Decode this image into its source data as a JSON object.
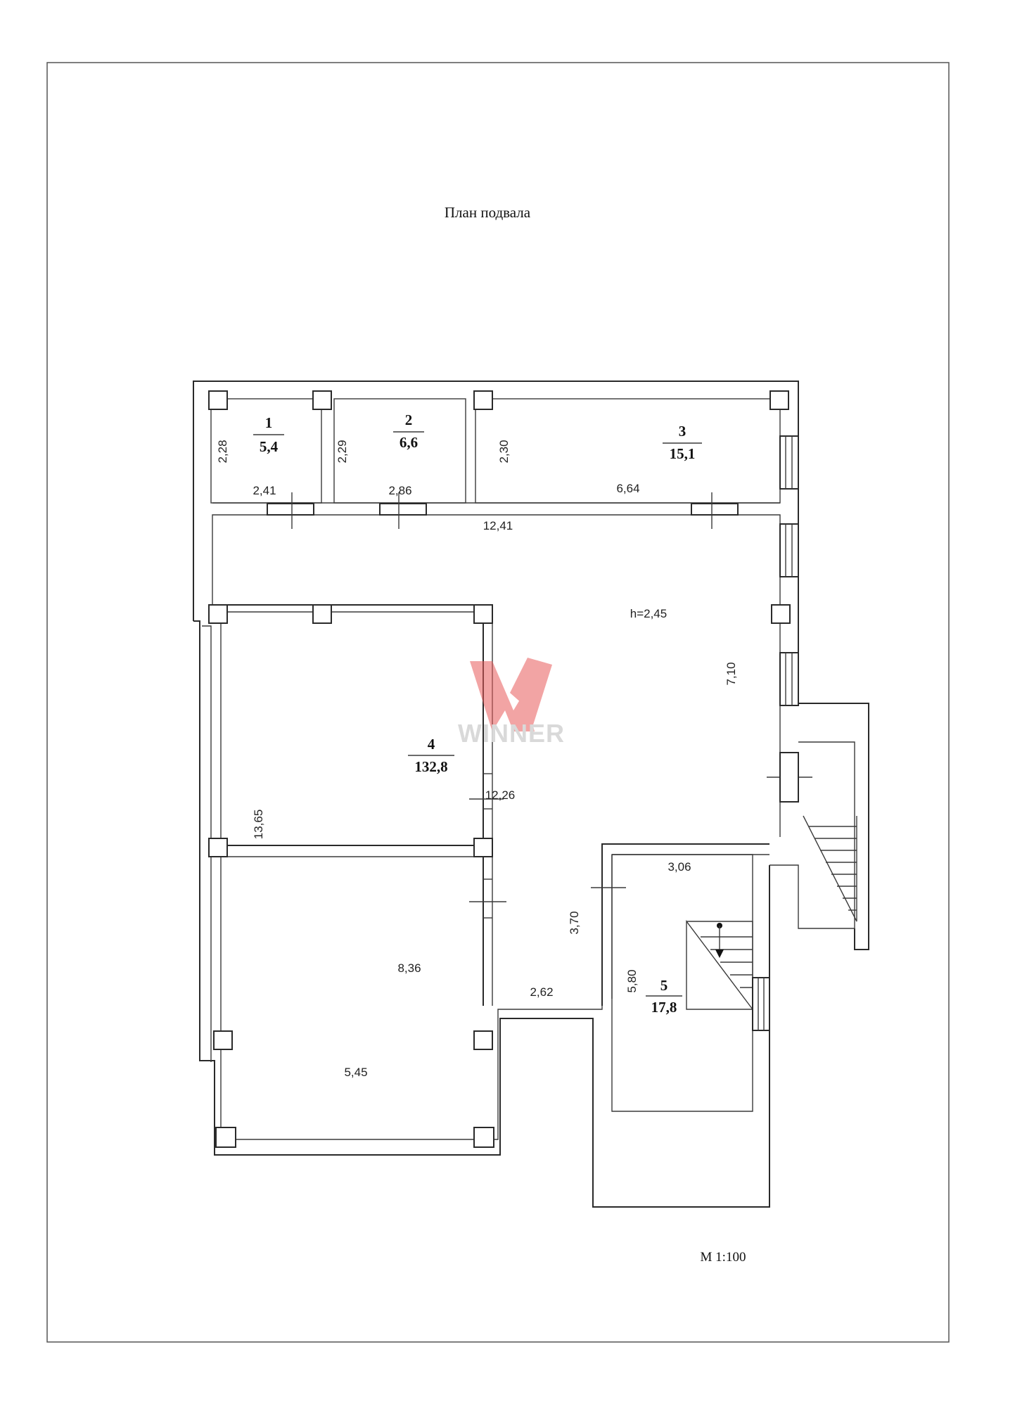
{
  "title": "План подвала",
  "scale": "М 1:100",
  "ceiling_height": "h=2,45",
  "watermark": {
    "text": "WINNER",
    "color": "#e85a5a"
  },
  "rooms": [
    {
      "number": "1",
      "area": "5,4"
    },
    {
      "number": "2",
      "area": "6,6"
    },
    {
      "number": "3",
      "area": "15,1"
    },
    {
      "number": "4",
      "area": "132,8"
    },
    {
      "number": "5",
      "area": "17,8"
    }
  ],
  "dimensions": {
    "r1_h": "2,28",
    "r1_w": "2,41",
    "r2_h": "2,29",
    "r2_w": "2,86",
    "r3_h": "2,30",
    "r3_w": "6,64",
    "corridor_w": "12,41",
    "east_h": "7,10",
    "inner_w": "12,26",
    "west_h": "13,65",
    "lower_w": "8,36",
    "bottom_w": "5,45",
    "passage_h": "3,70",
    "passage_w": "2,62",
    "r5_w": "3,06",
    "r5_h": "5,80"
  }
}
